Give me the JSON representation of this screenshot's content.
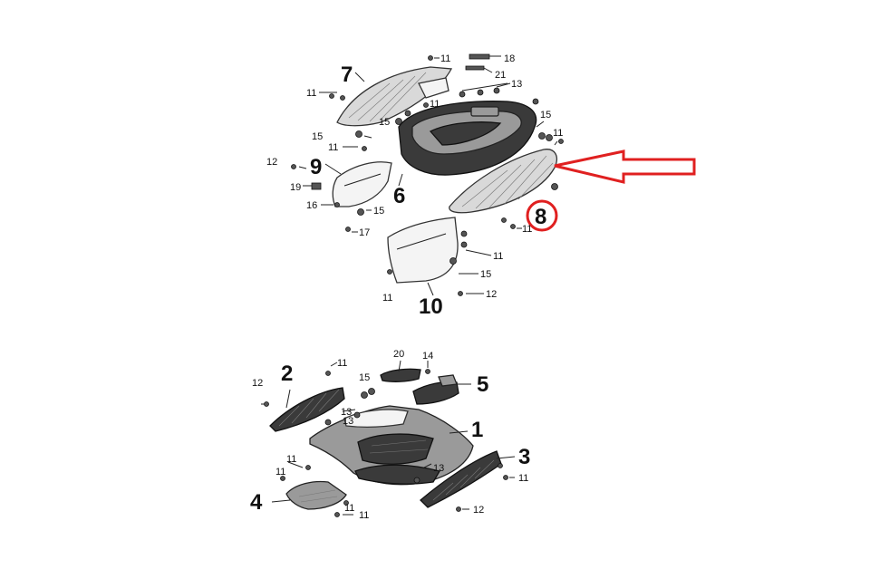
{
  "callouts": {
    "p1": "1",
    "p2": "2",
    "p3": "3",
    "p4": "4",
    "p5": "5",
    "p6": "6",
    "p7": "7",
    "p8": "8",
    "p9": "9",
    "p10": "10"
  },
  "small_labels": [
    {
      "text": "11"
    },
    {
      "text": "11"
    },
    {
      "text": "11"
    },
    {
      "text": "11"
    },
    {
      "text": "11"
    },
    {
      "text": "11"
    },
    {
      "text": "11"
    },
    {
      "text": "11"
    },
    {
      "text": "11"
    },
    {
      "text": "11"
    },
    {
      "text": "11"
    },
    {
      "text": "11"
    },
    {
      "text": "11"
    },
    {
      "text": "11"
    },
    {
      "text": "12"
    },
    {
      "text": "12"
    },
    {
      "text": "12"
    },
    {
      "text": "12"
    },
    {
      "text": "13"
    },
    {
      "text": "13"
    },
    {
      "text": "13"
    },
    {
      "text": "13"
    },
    {
      "text": "14"
    },
    {
      "text": "15"
    },
    {
      "text": "15"
    },
    {
      "text": "15"
    },
    {
      "text": "15"
    },
    {
      "text": "15"
    },
    {
      "text": "15"
    },
    {
      "text": "16"
    },
    {
      "text": "17"
    },
    {
      "text": "18"
    },
    {
      "text": "19"
    },
    {
      "text": "20"
    },
    {
      "text": "21"
    }
  ],
  "highlight": {
    "arrow_color": "#e02020",
    "circle_color": "#e02020",
    "target_part": "8"
  }
}
